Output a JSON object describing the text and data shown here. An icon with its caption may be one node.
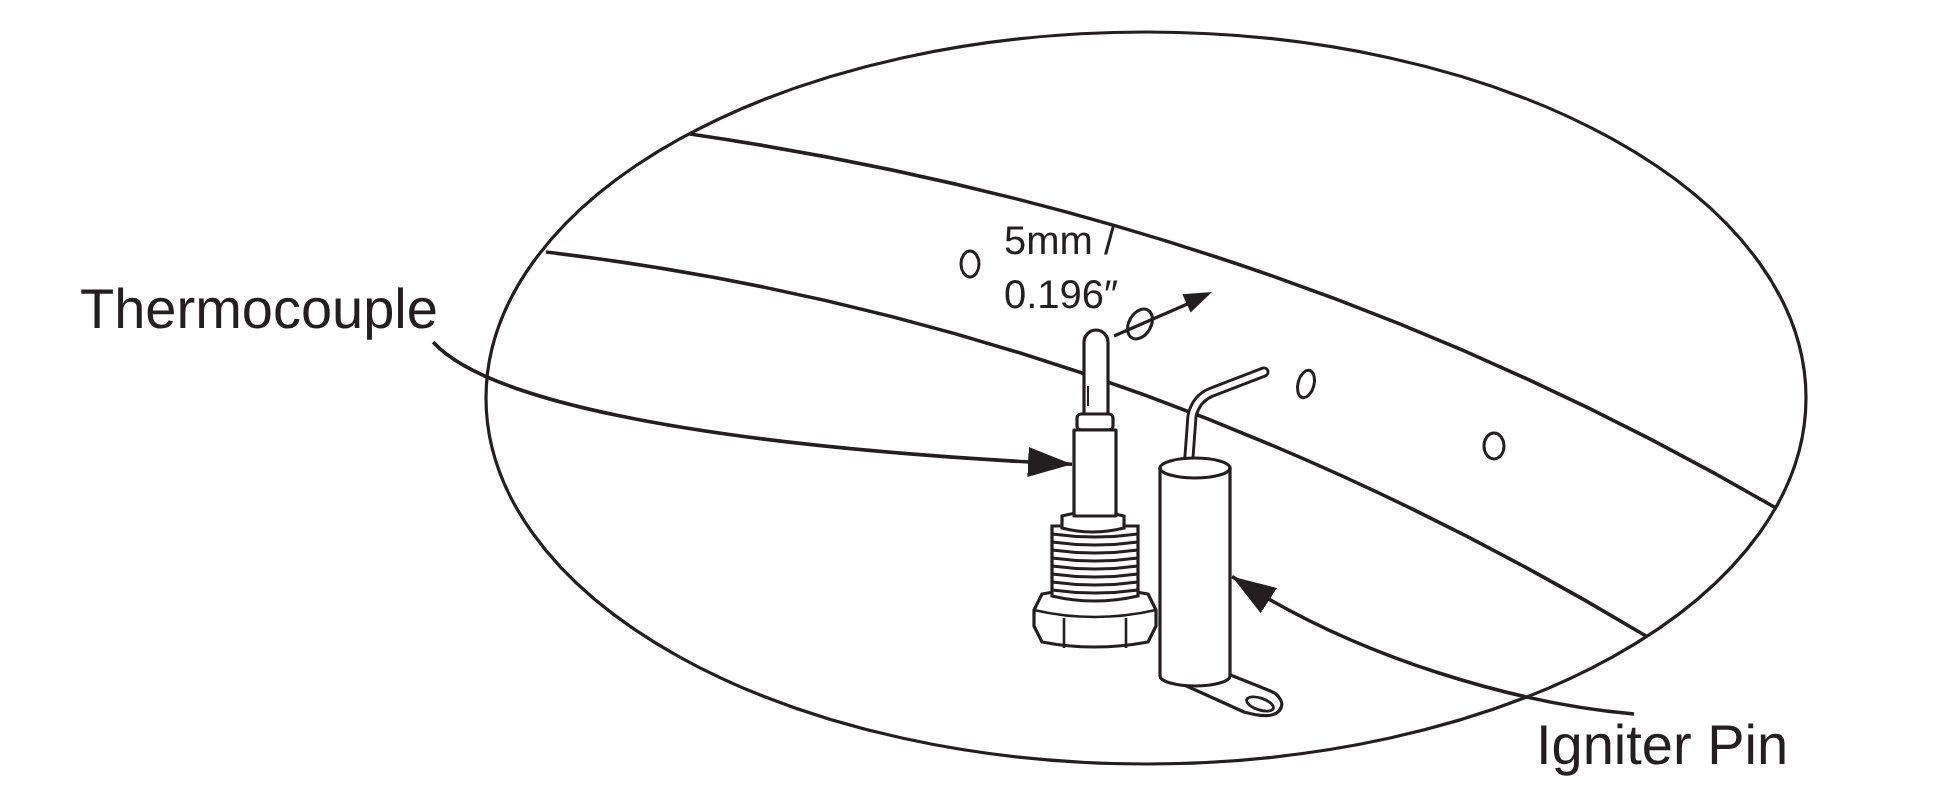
{
  "diagram": {
    "nodes": [
      {
        "text": [
          "Thermocouple"
        ]
      },
      {
        "text": [],
        "shape": "picture"
      },
      {
        "text": [
          "Igniter Pin"
        ]
      },
      {
        "text": [],
        "shape": "cylinder"
      }
    ],
    "edges": [
      {
        "from": 0,
        "to": 1,
        "arrow": "to"
      },
      {
        "from": 2,
        "to": 3,
        "arrow": "to"
      }
    ],
    "labels": [
      "5mm / 0.196″"
    ]
  }
}
